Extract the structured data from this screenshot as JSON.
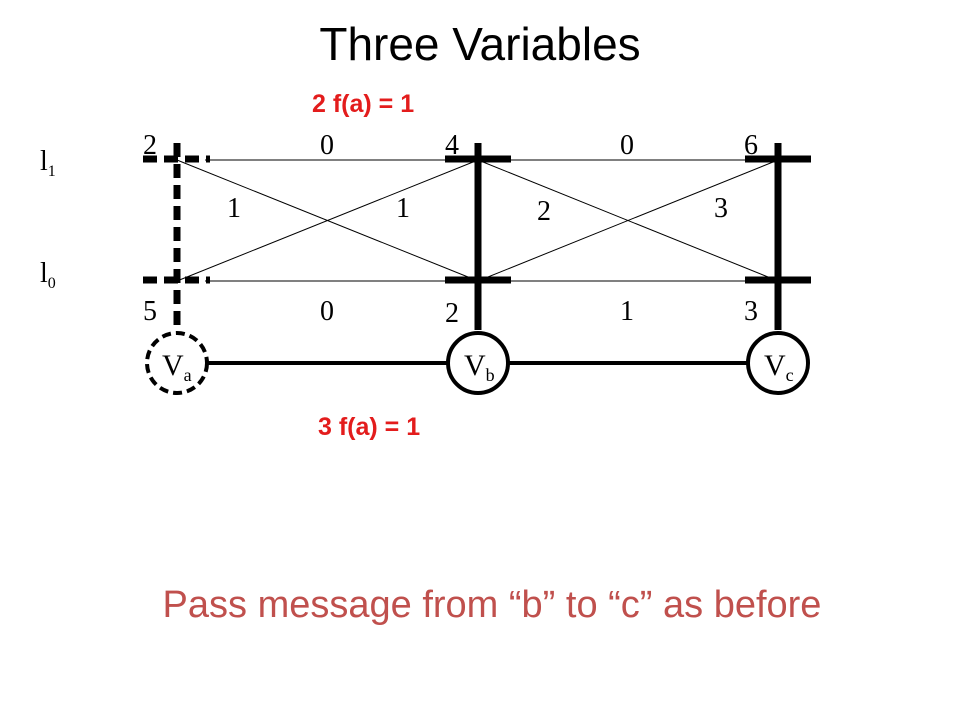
{
  "title": "Three Variables",
  "row_labels": {
    "l1": {
      "base": "l",
      "sub": "1"
    },
    "l0": {
      "base": "l",
      "sub": "0"
    }
  },
  "annotations": {
    "top": {
      "num": "2",
      "rest": " f(a) = 1"
    },
    "bottom": {
      "num": "3",
      "rest": " f(a) = 1"
    }
  },
  "caption": "Pass message from “b” to “c” as before",
  "unary": {
    "a": {
      "top": "2",
      "bottom": "5"
    },
    "b": {
      "top": "4",
      "bottom": "2"
    },
    "c": {
      "top": "6",
      "bottom": "3"
    }
  },
  "pairwise_ab": {
    "l1l1": "0",
    "l0l0": "0",
    "l1l0": "1",
    "l0l1": "1"
  },
  "pairwise_bc": {
    "l1l1": "0",
    "l0l0": "1",
    "l1l0": "2",
    "l0l1": "3"
  },
  "nodes": {
    "a": {
      "base": "V",
      "sub": "a"
    },
    "b": {
      "base": "V",
      "sub": "b"
    },
    "c": {
      "base": "V",
      "sub": "c"
    }
  },
  "colors": {
    "accent_red": "#e31c1c",
    "caption": "#c0504d",
    "ink": "#000000"
  }
}
